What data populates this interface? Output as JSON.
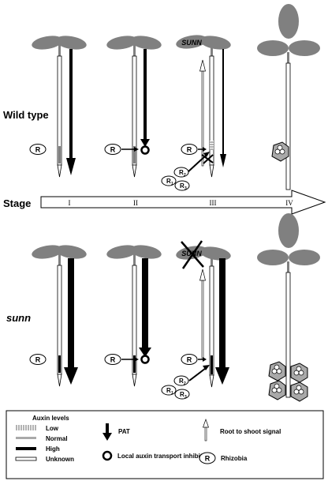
{
  "labels": {
    "wild_type": "Wild type",
    "sunn": "sunn",
    "stage": "Stage",
    "sunn_on_leaf": "SUNN",
    "sunn_on_leaf_crossed": "SUNN",
    "rhizobia_symbol": "R",
    "r1": "R",
    "r1_sub": "1",
    "r2": "R",
    "r2_sub": "2",
    "r3": "R",
    "r3_sub": "3"
  },
  "stages": [
    "I",
    "II",
    "III",
    "IV"
  ],
  "legend": {
    "title": "Auxin levels",
    "low": "Low",
    "normal": "Normal",
    "high": "High",
    "unknown": "Unknown",
    "pat": "PAT",
    "local_inhibition": "Local auxin transport inhibition",
    "root_to_shoot": "Root to shoot signal",
    "rhizobia": "Rhizobia",
    "rhizobia_symbol": "R"
  },
  "colors": {
    "leaf": "#808080",
    "nodule": "#a9a9a9",
    "stroke": "#000000"
  }
}
